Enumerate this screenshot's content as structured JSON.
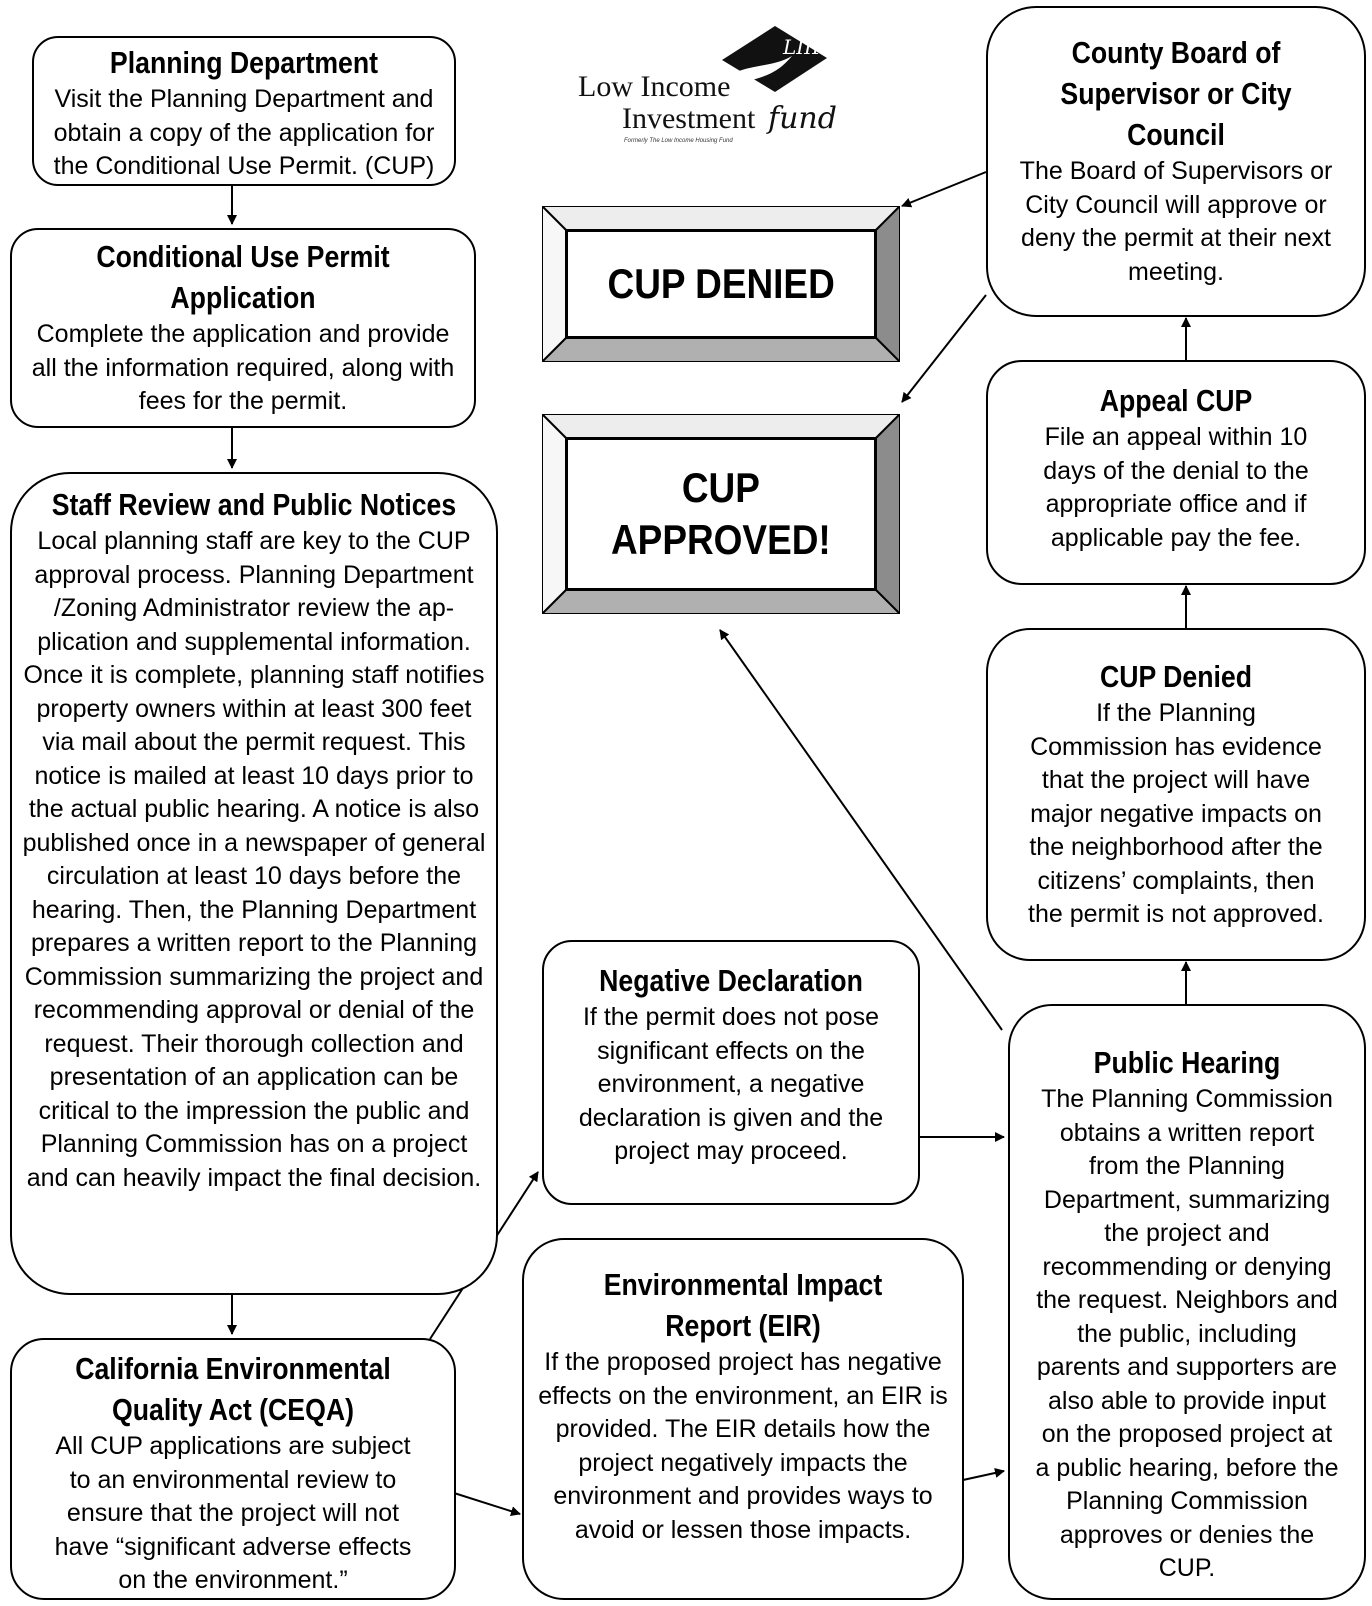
{
  "logo": {
    "line1": "Low Income",
    "line2": "Investment",
    "line2_script": "fund",
    "mark": "LIIF",
    "tagline": "Formerly The Low Income Housing Fund"
  },
  "nodes": {
    "planning_department": {
      "title": "Planning Department",
      "body": "Visit the Planning Department and obtain a copy of the application for the Conditional Use Permit. (CUP)"
    },
    "cup_application": {
      "title": "Conditional Use Permit Application",
      "body": "Complete the application and provide all the information required, along with fees for the permit."
    },
    "staff_review": {
      "title": "Staff Review and Public Notices",
      "body": "Local planning staff are key to the CUP approval process. Planning Department /Zoning Administrator review the ap-plication and supplemental information. Once it is complete, planning staff notifies property owners within at least 300 feet via mail about the permit request. This notice is mailed at least 10 days prior to the actual public hearing. A notice is also published once in a newspaper of general circulation at least 10 days before the hearing. Then, the Planning Department prepares a written report to the Planning Commission summarizing the project and recommending approval or denial of the request. Their thorough collection and presentation of an application can be critical to the impression the public and Planning Commission has on a project and can heavily impact the final decision."
    },
    "ceqa": {
      "title": "California Environmental Quality Act (CEQA)",
      "body": "All CUP applications are subject to an environmental review to ensure that the project will not have “significant adverse effects on the environment.”"
    },
    "negative_declaration": {
      "title": "Negative Declaration",
      "body": "If the permit does not pose significant effects on the environment, a negative declaration is given and the project may proceed."
    },
    "eir": {
      "title": "Environmental Impact Report (EIR)",
      "body": "If the proposed project has negative effects on the environment, an EIR is provided. The EIR details how the project negatively impacts the environment and provides ways to avoid or lessen those impacts."
    },
    "public_hearing": {
      "title": "Public Hearing",
      "body": "The Planning Commission obtains a written report from the Planning Department, summarizing the project and recommending or denying the request. Neighbors and the public, including parents and supporters are also able to provide input on the proposed project at a public hearing, before the Planning Commission approves or denies the CUP."
    },
    "cup_denied_step": {
      "title": "CUP Denied",
      "body": "If the Planning Commission has evidence that the project will have major negative impacts on the neighborhood after the citizens’ complaints, then the permit is not approved."
    },
    "appeal_cup": {
      "title": "Appeal CUP",
      "body": "File an appeal within 10 days of the denial to the appropriate office and if applicable pay the fee."
    },
    "county_board": {
      "title": "County Board of Supervisor or City Council",
      "body": "The Board of Supervisors or City Council will approve or deny the permit at their next meeting."
    }
  },
  "outcomes": {
    "denied": "CUP DENIED",
    "approved": "CUP\nAPPROVED!"
  }
}
